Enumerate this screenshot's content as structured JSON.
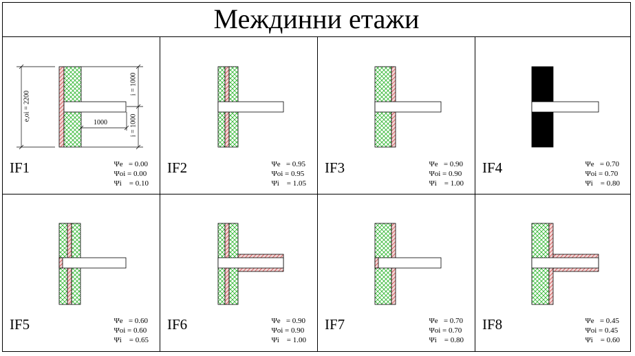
{
  "title": "Междинни етажи",
  "dimensions": {
    "e_oi": "e,oi = 2200",
    "i_top": "i = 1000",
    "i_bottom": "i = 1000",
    "slab_len": "1000"
  },
  "cells": [
    {
      "label": "IF1",
      "psi": [
        "Ψe   = 0.00",
        "Ψoi = 0.00",
        "Ψi    = 0.10"
      ]
    },
    {
      "label": "IF2",
      "psi": [
        "Ψe   = 0.95",
        "Ψoi = 0.95",
        "Ψi    = 1.05"
      ]
    },
    {
      "label": "IF3",
      "psi": [
        "Ψe   = 0.90",
        "Ψoi = 0.90",
        "Ψi    = 1.00"
      ]
    },
    {
      "label": "IF4",
      "psi": [
        "Ψe   = 0.70",
        "Ψoi = 0.70",
        "Ψi    = 0.80"
      ]
    },
    {
      "label": "IF5",
      "psi": [
        "Ψe   = 0.60",
        "Ψoi = 0.60",
        "Ψi    = 0.65"
      ]
    },
    {
      "label": "IF6",
      "psi": [
        "Ψe   = 0.90",
        "Ψoi = 0.90",
        "Ψi    = 1.00"
      ]
    },
    {
      "label": "IF7",
      "psi": [
        "Ψe   = 0.70",
        "Ψoi = 0.70",
        "Ψi    = 0.80"
      ]
    },
    {
      "label": "IF8",
      "psi": [
        "Ψe   = 0.45",
        "Ψoi = 0.45",
        "Ψi    = 0.60"
      ]
    }
  ]
}
